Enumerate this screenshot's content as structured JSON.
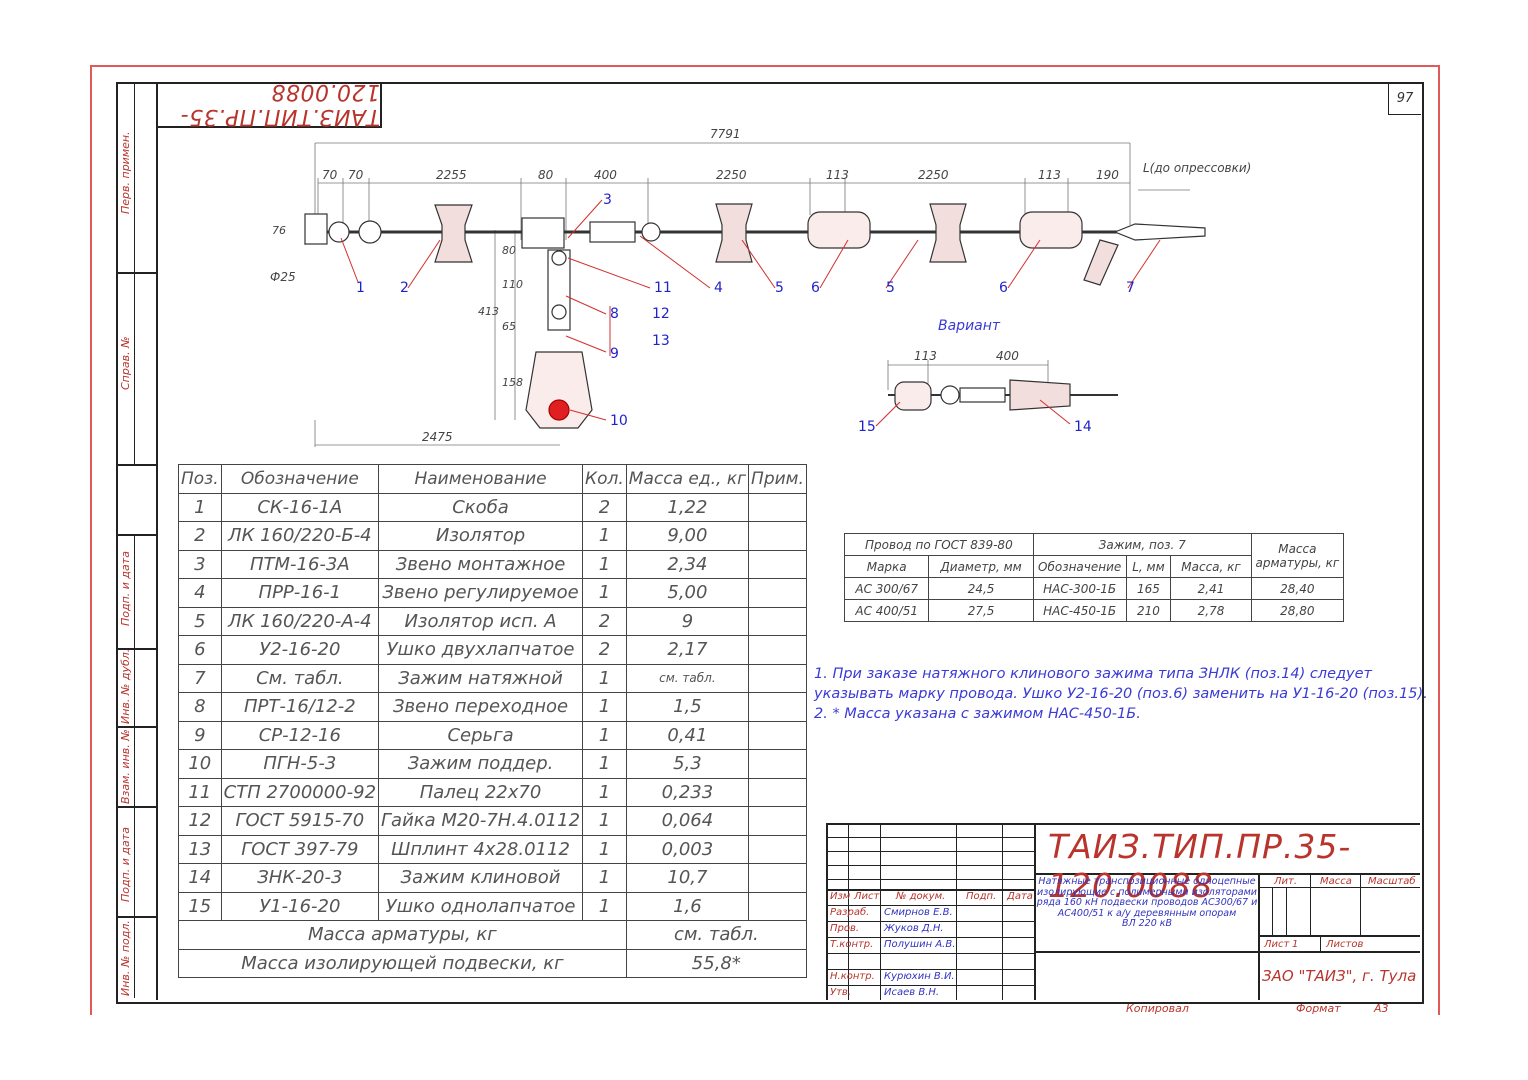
{
  "drawing_code": "ТАИЗ.ТИП.ПР.35-120.0088",
  "sheet_no": "97",
  "sidebar": {
    "perv_primen": "Перв. примен.",
    "sprav_no": "Справ. №",
    "podp_data_1": "Подп. и дата",
    "inv_dubl": "Инв. № дубл.",
    "vzam_inv": "Взам. инв. №",
    "podp_data_2": "Подп. и дата",
    "inv_podl": "Инв. № подл."
  },
  "dims": {
    "total": "7791",
    "d70a": "70",
    "d70b": "70",
    "d2255": "2255",
    "d80": "80",
    "d400": "400",
    "d2250a": "2250",
    "d113a": "113",
    "d2250b": "2250",
    "d113b": "113",
    "d190": "190",
    "l_press": "L(до опрессовки)",
    "d76": "76",
    "d25": "Ф25",
    "v80": "80",
    "v110": "110",
    "v413": "413",
    "v65": "65",
    "v158": "158",
    "h2475": "2475",
    "var_113": "113",
    "var_400": "400"
  },
  "variant_title": "Вариант",
  "callouts": [
    "1",
    "2",
    "3",
    "4",
    "5",
    "6",
    "5",
    "6",
    "7",
    "8",
    "9",
    "10",
    "11",
    "12",
    "13",
    "14",
    "15"
  ],
  "spec_table": {
    "headers": [
      "Поз.",
      "Обозначение",
      "Наименование",
      "Кол.",
      "Масса ед., кг",
      "Прим."
    ],
    "rows": [
      [
        "1",
        "СК-16-1А",
        "Скоба",
        "2",
        "1,22",
        ""
      ],
      [
        "2",
        "ЛК 160/220-Б-4",
        "Изолятор",
        "1",
        "9,00",
        ""
      ],
      [
        "3",
        "ПТМ-16-3А",
        "Звено монтажное",
        "1",
        "2,34",
        ""
      ],
      [
        "4",
        "ПРР-16-1",
        "Звено регулируемое",
        "1",
        "5,00",
        ""
      ],
      [
        "5",
        "ЛК 160/220-А-4",
        "Изолятор исп. А",
        "2",
        "9",
        ""
      ],
      [
        "6",
        "У2-16-20",
        "Ушко двухлапчатое",
        "2",
        "2,17",
        ""
      ],
      [
        "7",
        "См. табл.",
        "Зажим натяжной",
        "1",
        "см. табл.",
        ""
      ],
      [
        "8",
        "ПРТ-16/12-2",
        "Звено переходное",
        "1",
        "1,5",
        ""
      ],
      [
        "9",
        "СР-12-16",
        "Серьга",
        "1",
        "0,41",
        ""
      ],
      [
        "10",
        "ПГН-5-3",
        "Зажим поддер.",
        "1",
        "5,3",
        ""
      ],
      [
        "11",
        "СТП 2700000-92",
        "Палец 22х70",
        "1",
        "0,233",
        ""
      ],
      [
        "12",
        "ГОСТ 5915-70",
        "Гайка М20-7Н.4.0112",
        "1",
        "0,064",
        ""
      ],
      [
        "13",
        "ГОСТ 397-79",
        "Шплинт 4х28.0112",
        "1",
        "0,003",
        ""
      ],
      [
        "14",
        "ЗНК-20-3",
        "Зажим клиновой",
        "1",
        "10,7",
        ""
      ],
      [
        "15",
        "У1-16-20",
        "Ушко однолапчатое",
        "1",
        "1,6",
        ""
      ]
    ],
    "mass_armatury_label": "Масса арматуры, кг",
    "mass_armatury_value": "см. табл.",
    "mass_podveski_label": "Масса изолирующей подвески, кг",
    "mass_podveski_value": "55,8*"
  },
  "wire_table": {
    "h_wire": "Провод по ГОСТ 839-80",
    "h_clamp": "Зажим, поз. 7",
    "h_mass": "Масса арматуры, кг",
    "h_marka": "Марка",
    "h_diam": "Диаметр, мм",
    "h_oboz": "Обозначение",
    "h_l": "L, мм",
    "h_massa": "Масса, кг",
    "rows": [
      [
        "АС 300/67",
        "24,5",
        "НАС-300-1Б",
        "165",
        "2,41",
        "28,40"
      ],
      [
        "АС 400/51",
        "27,5",
        "НАС-450-1Б",
        "210",
        "2,78",
        "28,80"
      ]
    ]
  },
  "notes": [
    "1. При заказе натяжного клинового зажима типа ЗНЛК (поз.14) следует",
    "указывать марку провода. Ушко У2-16-20 (поз.6) заменить на У1-16-20 (поз.15).",
    "2. * Масса указана с зажимом НАС-450-1Б."
  ],
  "title_block": {
    "code": "ТАИЗ.ТИП.ПР.35-120.0088",
    "hdr": [
      "Изм",
      "Лист",
      "№ докум.",
      "Подп.",
      "Дата"
    ],
    "roles": [
      [
        "Разраб.",
        "Смирнов Е.В."
      ],
      [
        "Пров.",
        "Жуков Д.Н."
      ],
      [
        "Т.контр.",
        "Полушин А.В."
      ],
      [
        "Н.контр.",
        "Курюхин В.И."
      ],
      [
        "Утв.",
        "Исаев В.Н."
      ]
    ],
    "description": [
      "Натяжные транспозиционные одноцепные",
      "изолирующие с полимерными изоляторами",
      "ряда 160 кН подвески проводов АС300/67 и",
      "АС400/51 к а/у деревянным опорам",
      "ВЛ 220 кВ"
    ],
    "lit": "Лит.",
    "massa": "Масса",
    "masshtab": "Масштаб",
    "list": "Лист",
    "list_no": "1",
    "listov": "Листов",
    "org": "ЗАО \"ТАИЗ\", г. Тула"
  },
  "footer": {
    "kopiroval": "Копировал",
    "format": "Формат",
    "format_val": "А3"
  }
}
